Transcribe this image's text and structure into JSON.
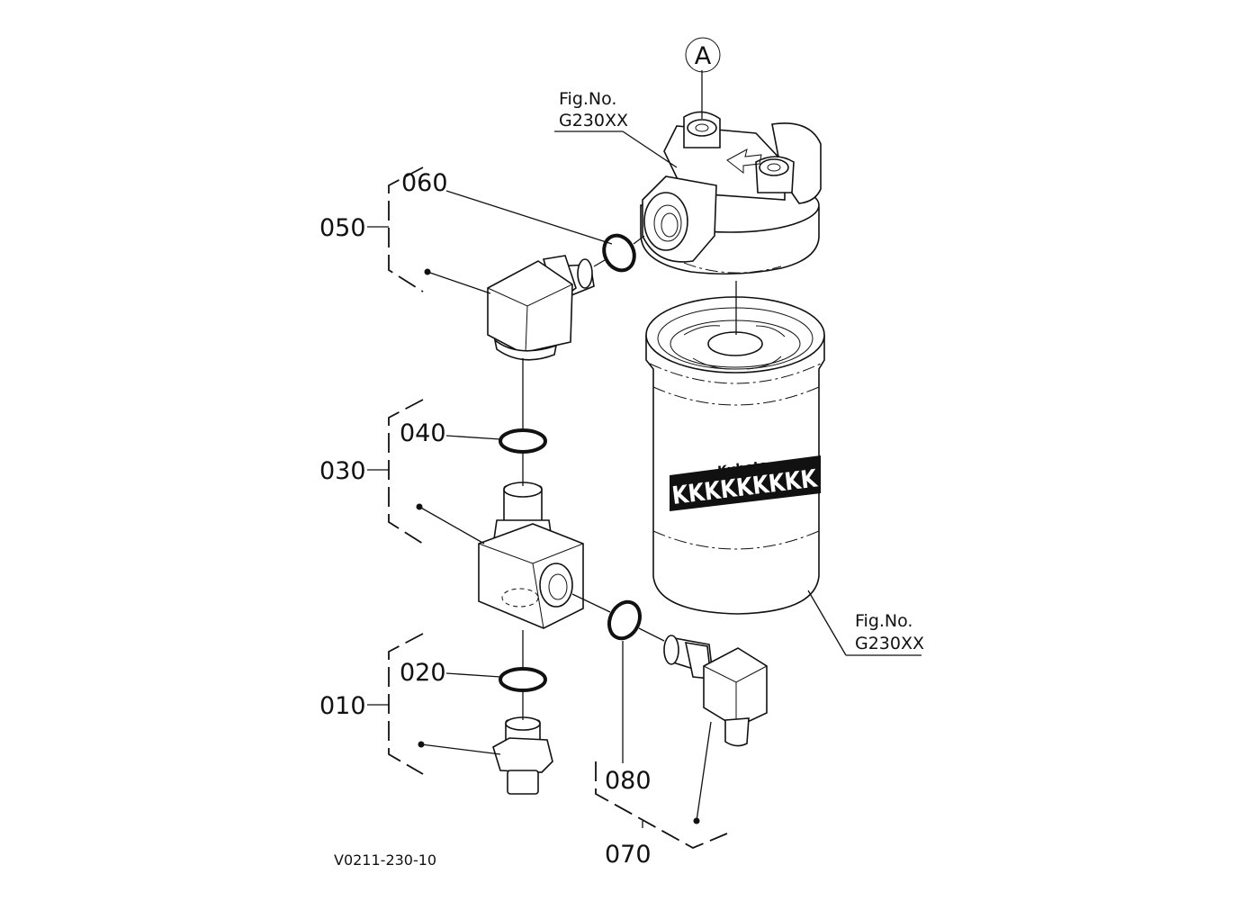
{
  "figure": {
    "code": "V0211-230-10",
    "callout": "A",
    "references": [
      {
        "line1": "Fig.No.",
        "line2": "G230XX"
      },
      {
        "line1": "Fig.No.",
        "line2": "G230XX"
      }
    ],
    "filter_brand": "Kubota",
    "filter_band": "KKKKKKKKK"
  },
  "parts": {
    "p010": "010",
    "p020": "020",
    "p030": "030",
    "p040": "040",
    "p050": "050",
    "p060": "060",
    "p070": "070",
    "p080": "080"
  }
}
